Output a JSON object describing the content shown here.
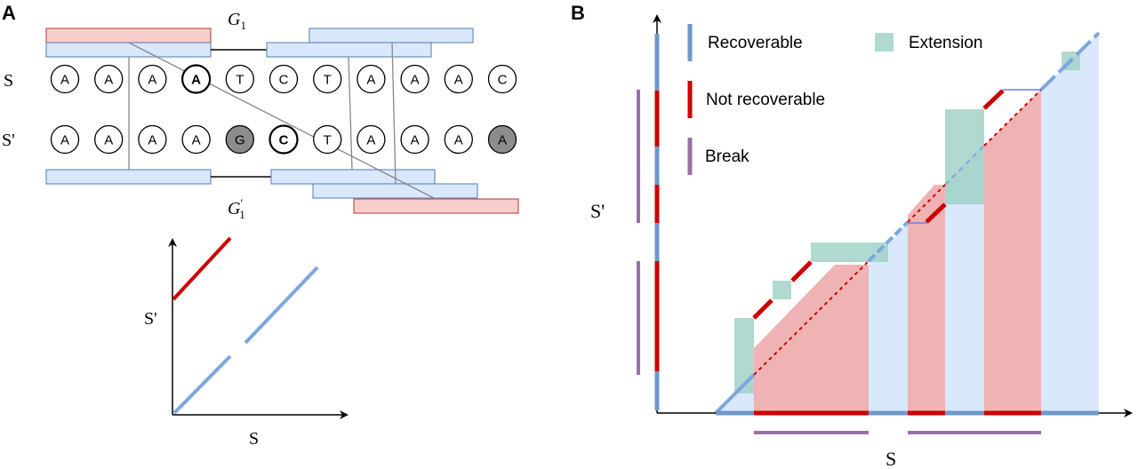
{
  "panels": {
    "A": {
      "label": "A",
      "top_group_label": "G",
      "top_group_sub": "1",
      "bottom_group_label": "G",
      "bottom_group_sub": "1",
      "bottom_group_prime": "′",
      "row_s_label": "S",
      "row_sprime_label": "S'",
      "sequence_s": [
        "A",
        "A",
        "A",
        "A",
        "T",
        "C",
        "T",
        "A",
        "A",
        "A",
        "C"
      ],
      "sequence_sprime": [
        "A",
        "A",
        "A",
        "A",
        "G",
        "C",
        "T",
        "A",
        "A",
        "A",
        "A"
      ],
      "sprime_mismatch_indices": [
        4,
        10
      ],
      "s_bold_indices": [
        3
      ],
      "sprime_bold_indices": [
        5
      ],
      "mini_plot": {
        "xlabel": "S",
        "ylabel": "S'"
      }
    },
    "B": {
      "label": "B",
      "xlabel": "S",
      "ylabel": "S'",
      "legend": [
        {
          "label": "Recoverable",
          "kind": "line",
          "color": "#6e97cc"
        },
        {
          "label": "Not recoverable",
          "kind": "line",
          "color": "#cc0000"
        },
        {
          "label": "Break",
          "kind": "line",
          "color": "#9673a6"
        },
        {
          "label": "Extension",
          "kind": "square",
          "color": "#9ccfc3"
        }
      ]
    }
  },
  "colors": {
    "recoverable": "#6e97cc",
    "not_recoverable": "#cc0000",
    "break": "#9673a6",
    "extension": "#a8d3c9",
    "block_blue_fill": "#dae8fc",
    "block_blue_stroke": "#6c8ebf",
    "block_red_fill": "#f8cecc",
    "block_red_stroke": "#b85450",
    "mismatch_fill": "#8c8c8c"
  }
}
